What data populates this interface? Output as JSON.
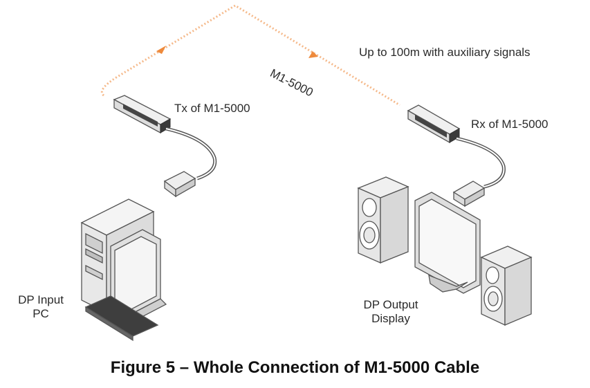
{
  "labels": {
    "tx": "Tx of M1-5000",
    "rx": "Rx of M1-5000",
    "cable": "M1-5000",
    "distance": "Up to 100m with auxiliary signals",
    "source_line1": "DP Input",
    "source_line2": "PC",
    "sink_line1": "DP Output",
    "sink_line2": "Display"
  },
  "caption": "Figure 5 – Whole Connection of M1-5000 Cable",
  "colors": {
    "fiber": "#f5b98a",
    "arrow": "#ee8a3c",
    "device": "#3a3a3a",
    "outline": "#555555"
  }
}
